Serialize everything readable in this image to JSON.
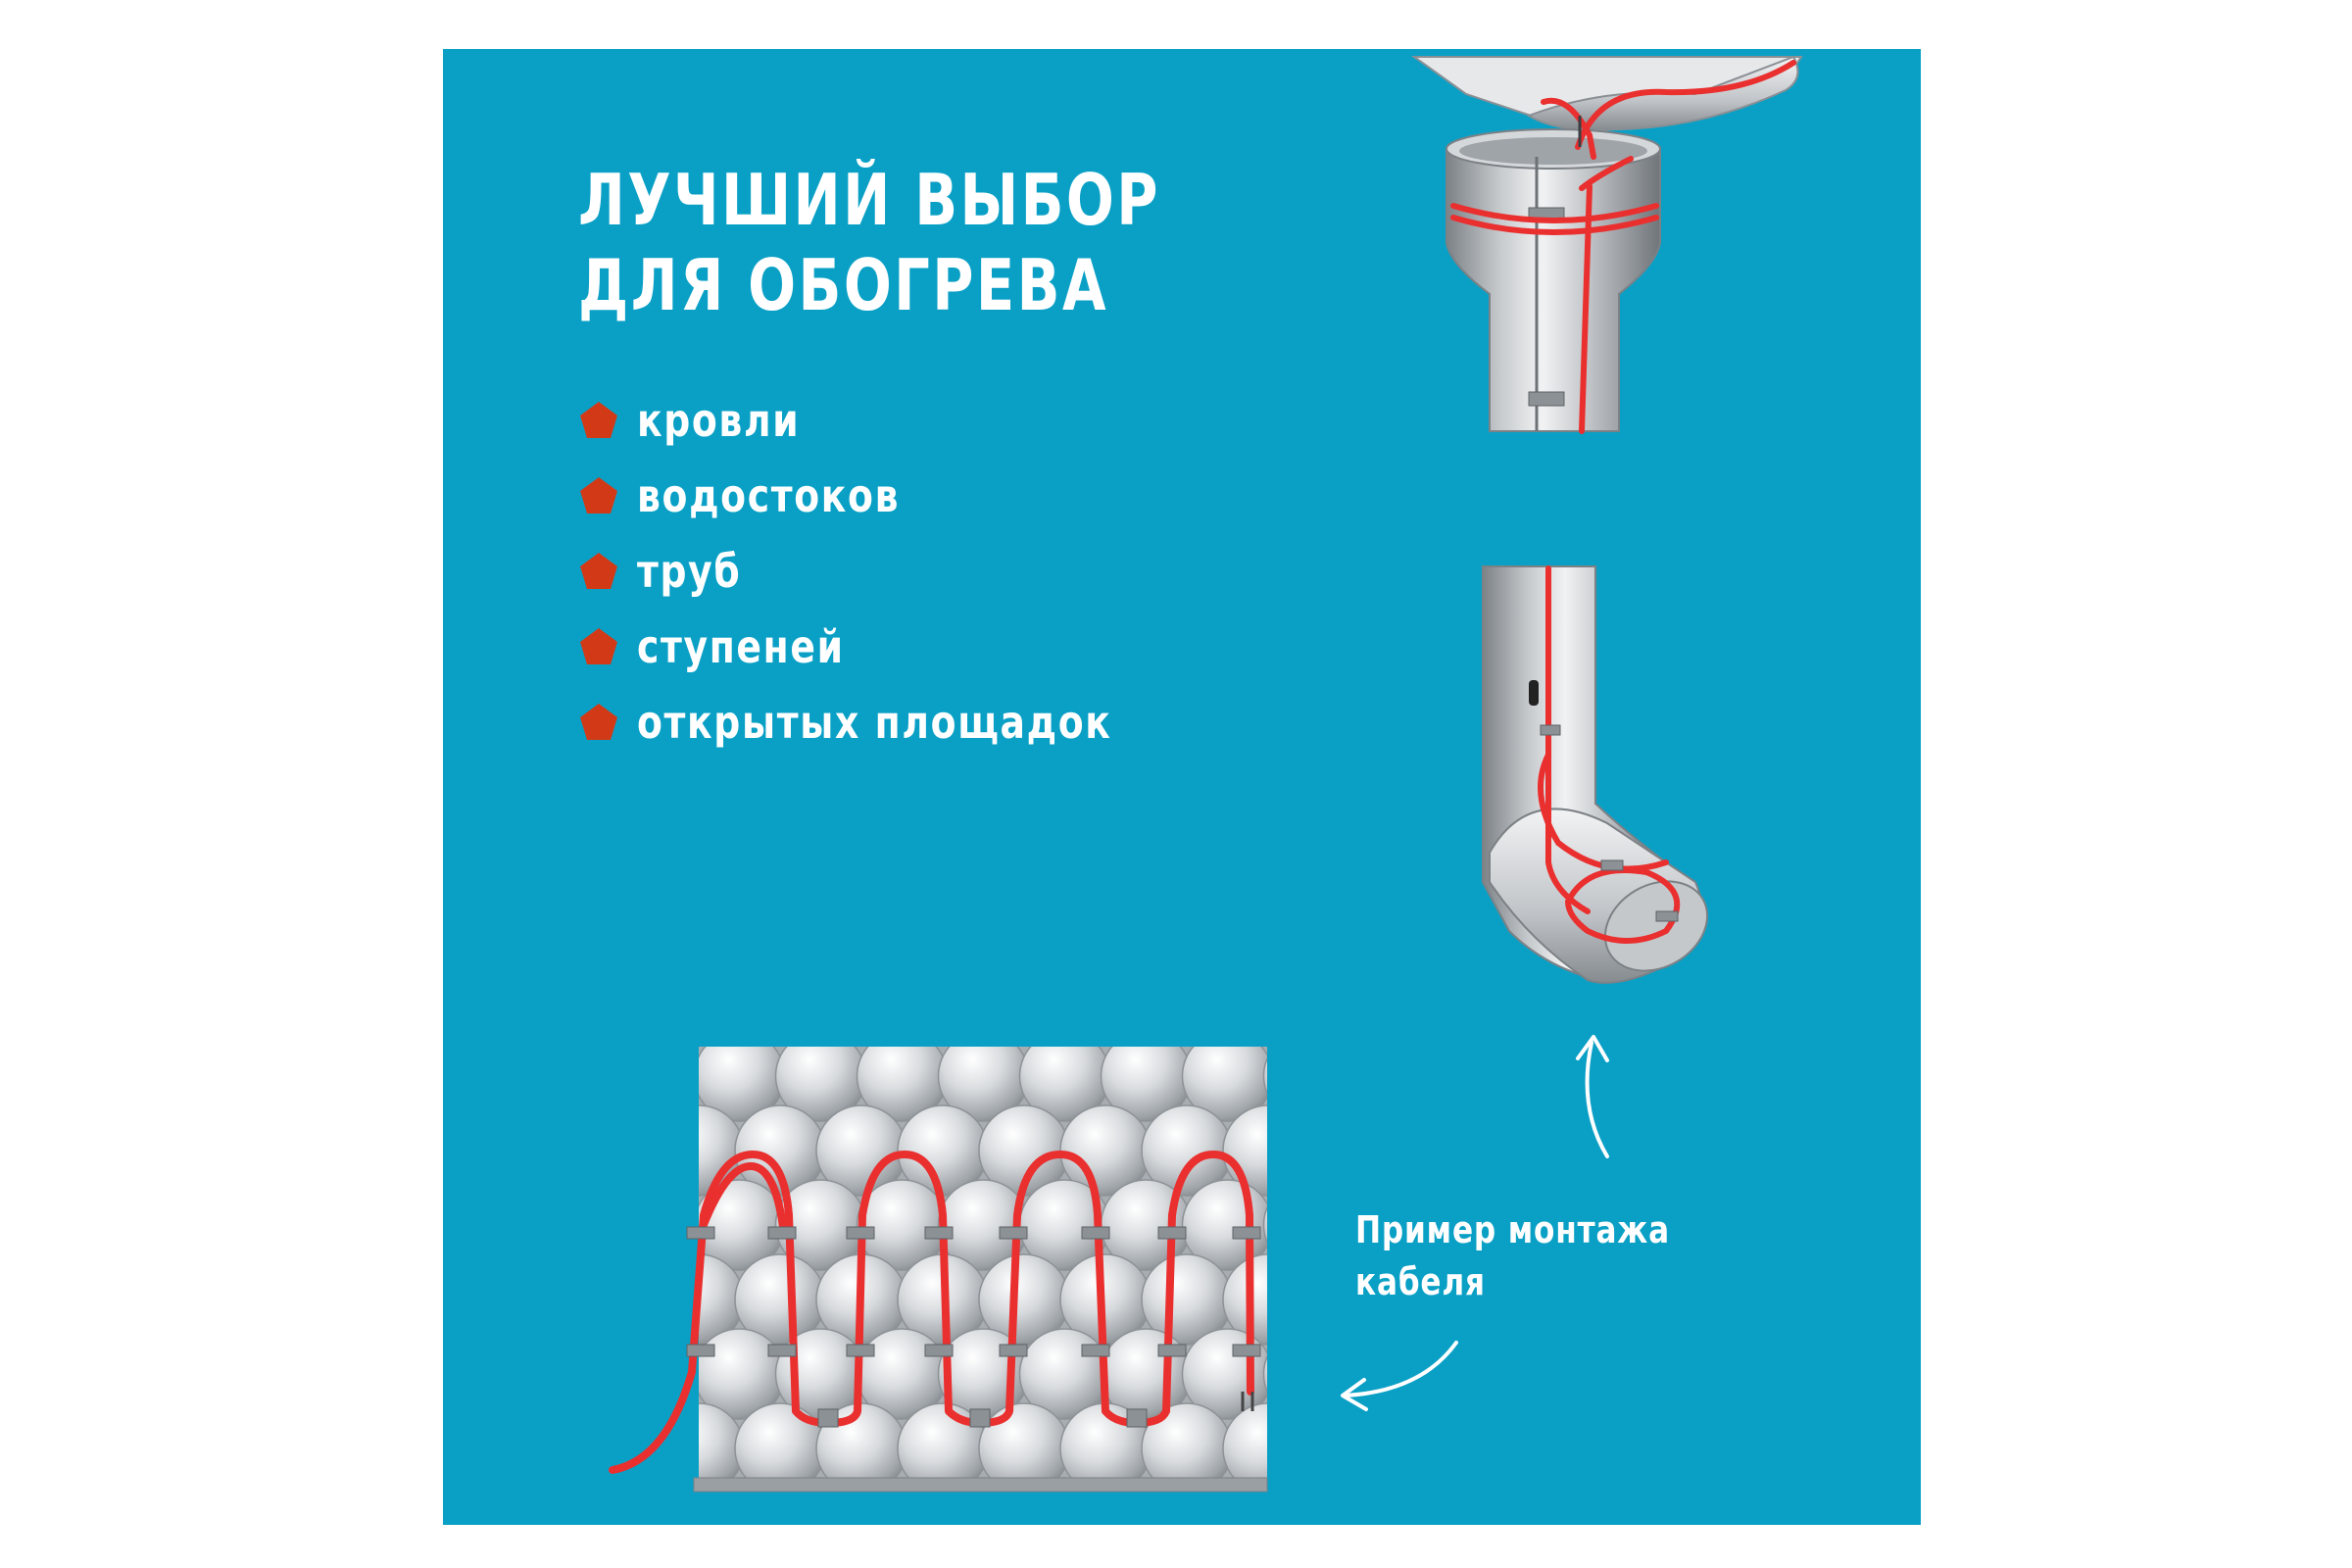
{
  "title": {
    "line1": "ЛУЧШИЙ ВЫБОР",
    "line2": "ДЛЯ ОБОГРЕВА"
  },
  "bullets": [
    "кровли",
    "водостоков",
    "труб",
    "ступеней",
    "открытых площадок"
  ],
  "caption": {
    "line1": "Пример монтажа",
    "line2": "кабеля"
  },
  "colors": {
    "background": "#0aa0c6",
    "accent": "#d23a17",
    "cable": "#ea2f2f",
    "metal": "#b5b9bd",
    "text": "#ffffff"
  },
  "icons": {
    "bullet": "pentagon-icon",
    "arrow": "curved-arrow-icon"
  }
}
